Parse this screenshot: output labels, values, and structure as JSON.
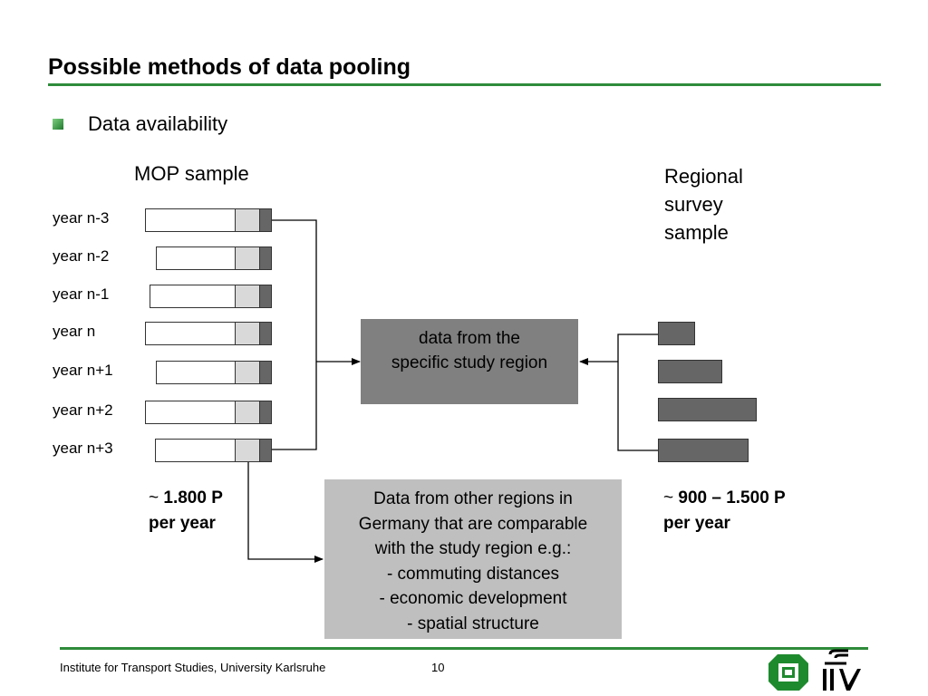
{
  "slide": {
    "title": "Possible methods of data pooling",
    "bullet": "Data availability",
    "page_number": "10",
    "footer": "Institute for Transport Studies, University Karlsruhe"
  },
  "mop": {
    "heading": "MOP sample",
    "years": [
      "year n-3",
      "year n-2",
      "year n-1",
      "year n",
      "year n+1",
      "year n+2",
      "year n+3"
    ],
    "count_value": "1.800 P",
    "count_unit": "per year"
  },
  "regional": {
    "heading_lines": [
      "Regional",
      "survey",
      "sample"
    ],
    "count_value": "900 – 1.500 P",
    "count_unit": "per year"
  },
  "tilde": "~",
  "center_box": {
    "lines": [
      "data from the",
      "specific study region"
    ]
  },
  "other_box": {
    "lines": [
      "Data from other regions in",
      "Germany that are comparable",
      "with the study region e.g.:",
      "- commuting distances",
      "- economic development",
      "- spatial structure"
    ]
  },
  "colors": {
    "accent_green": "#2e8b3a",
    "bar_dark": "#666666",
    "bar_light": "#d9d9d9",
    "center_box": "#808080",
    "other_box": "#bfbfbf"
  },
  "logos": [
    "university-karlsruhe-logo",
    "ifv-logo"
  ]
}
